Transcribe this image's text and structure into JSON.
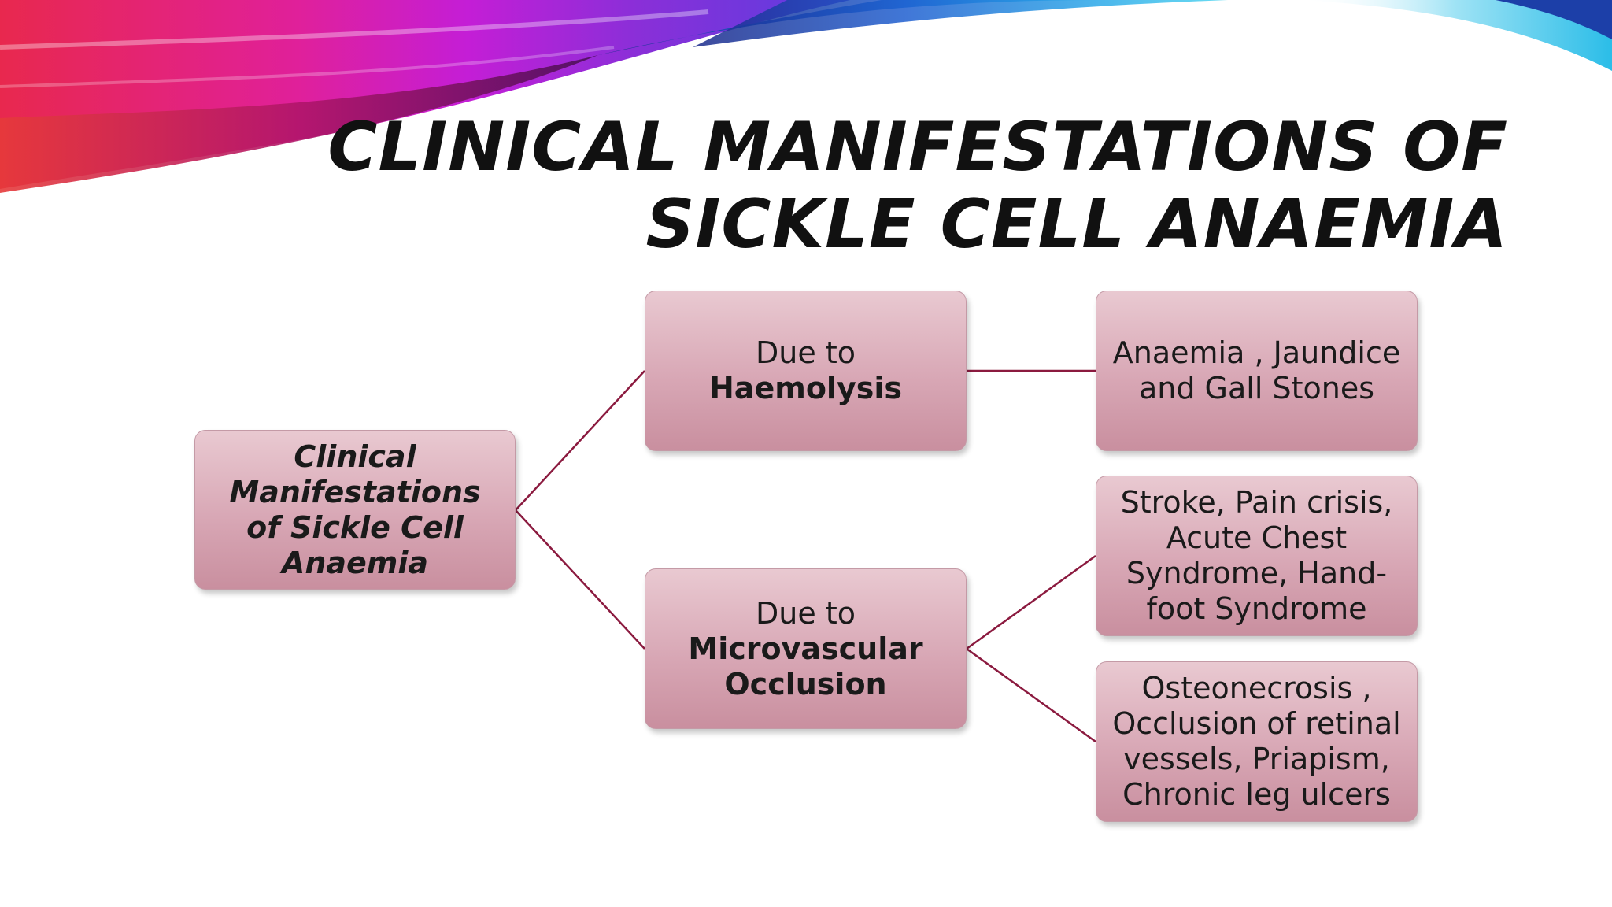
{
  "title": {
    "line1": "CLINICAL MANIFESTATIONS OF",
    "line2": "SICKLE CELL ANAEMIA"
  },
  "diagram": {
    "root": "Clinical Manifestations of Sickle Cell Anaemia",
    "haemolysis": {
      "prefix": "Due to ",
      "emphasis": "Haemolysis"
    },
    "occlusion": {
      "prefix": "Due to ",
      "emphasis": "Microvascular Occlusion"
    },
    "leaves": {
      "haemolysis_effects": "Anaemia , Jaundice and Gall Stones",
      "occlusion_effects_1": "Stroke, Pain crisis, Acute Chest Syndrome, Hand-foot Syndrome",
      "occlusion_effects_2": "Osteonecrosis , Occlusion of retinal vessels, Priapism, Chronic leg ulcers"
    }
  },
  "colors": {
    "box_fill_top": "#e9c9d1",
    "box_fill_bottom": "#c98f9f",
    "connector": "#8b1a3f",
    "title": "#111111"
  }
}
